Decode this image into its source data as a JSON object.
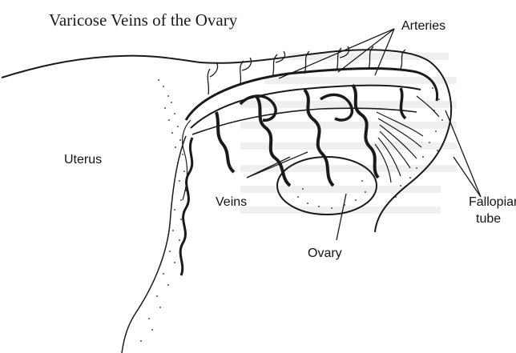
{
  "title": "Varicose Veins of the Ovary",
  "labels": {
    "arteries": "Arteries",
    "uterus": "Uterus",
    "veins": "Veins",
    "ovary": "Ovary",
    "fallopian_line1": "Fallopiar",
    "fallopian_line2": "tube"
  },
  "colors": {
    "ink": "#1a1a1a",
    "background": "#ffffff"
  }
}
